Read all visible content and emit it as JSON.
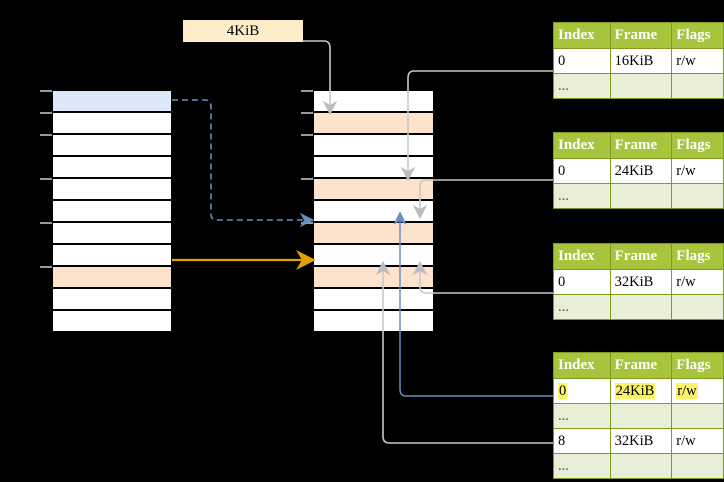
{
  "diagram": {
    "title": "page-table-walk-diagram",
    "page_size_label": "4KiB",
    "colors": {
      "header_green": "#a6c53c",
      "alt_row": "#e9eed7",
      "highlight_yellow": "#fbf36a",
      "label_cream": "#fdeec9",
      "selected_blue": "#dce8f8",
      "selected_peach": "#fde2cc",
      "orange_arrow": "#e0a200",
      "blue_arrow": "#5b7fb4",
      "gray_arrow": "#b3b3b3"
    },
    "left_column": {
      "name": "virtual-address-space",
      "row_count": 11,
      "rows": [
        {
          "index": 0,
          "fill": "blue"
        },
        {
          "index": 1,
          "fill": "white"
        },
        {
          "index": 2,
          "fill": "white"
        },
        {
          "index": 3,
          "fill": "white"
        },
        {
          "index": 4,
          "fill": "white"
        },
        {
          "index": 5,
          "fill": "white"
        },
        {
          "index": 6,
          "fill": "white"
        },
        {
          "index": 7,
          "fill": "white"
        },
        {
          "index": 8,
          "fill": "peach"
        },
        {
          "index": 9,
          "fill": "white"
        },
        {
          "index": 10,
          "fill": "white"
        }
      ]
    },
    "middle_column": {
      "name": "physical-memory",
      "row_count": 11,
      "rows": [
        {
          "index": 0,
          "fill": "white"
        },
        {
          "index": 1,
          "fill": "peach"
        },
        {
          "index": 2,
          "fill": "white"
        },
        {
          "index": 3,
          "fill": "white"
        },
        {
          "index": 4,
          "fill": "peach"
        },
        {
          "index": 5,
          "fill": "white"
        },
        {
          "index": 6,
          "fill": "peach"
        },
        {
          "index": 7,
          "fill": "white"
        },
        {
          "index": 8,
          "fill": "peach"
        },
        {
          "index": 9,
          "fill": "white"
        },
        {
          "index": 10,
          "fill": "white"
        }
      ]
    },
    "tables": [
      {
        "name": "page-table-level-1",
        "headers": [
          "Index",
          "Frame",
          "Flags"
        ],
        "rows": [
          {
            "cells": [
              "0",
              "16KiB",
              "r/w"
            ],
            "alt": false,
            "highlight": false
          },
          {
            "cells": [
              "...",
              "",
              ""
            ],
            "alt": true,
            "highlight": false
          }
        ]
      },
      {
        "name": "page-table-level-2",
        "headers": [
          "Index",
          "Frame",
          "Flags"
        ],
        "rows": [
          {
            "cells": [
              "0",
              "24KiB",
              "r/w"
            ],
            "alt": false,
            "highlight": false
          },
          {
            "cells": [
              "...",
              "",
              ""
            ],
            "alt": true,
            "highlight": false
          }
        ]
      },
      {
        "name": "page-table-level-3",
        "headers": [
          "Index",
          "Frame",
          "Flags"
        ],
        "rows": [
          {
            "cells": [
              "0",
              "32KiB",
              "r/w"
            ],
            "alt": false,
            "highlight": false
          },
          {
            "cells": [
              "...",
              "",
              ""
            ],
            "alt": true,
            "highlight": false
          }
        ]
      },
      {
        "name": "page-table-level-4",
        "headers": [
          "Index",
          "Frame",
          "Flags"
        ],
        "rows": [
          {
            "cells": [
              "0",
              "24KiB",
              "r/w"
            ],
            "alt": false,
            "highlight": true
          },
          {
            "cells": [
              "...",
              "",
              ""
            ],
            "alt": true,
            "highlight": false
          },
          {
            "cells": [
              "8",
              "32KiB",
              "r/w"
            ],
            "alt": false,
            "highlight": false
          },
          {
            "cells": [
              "...",
              "",
              ""
            ],
            "alt": true,
            "highlight": false
          }
        ]
      }
    ]
  }
}
